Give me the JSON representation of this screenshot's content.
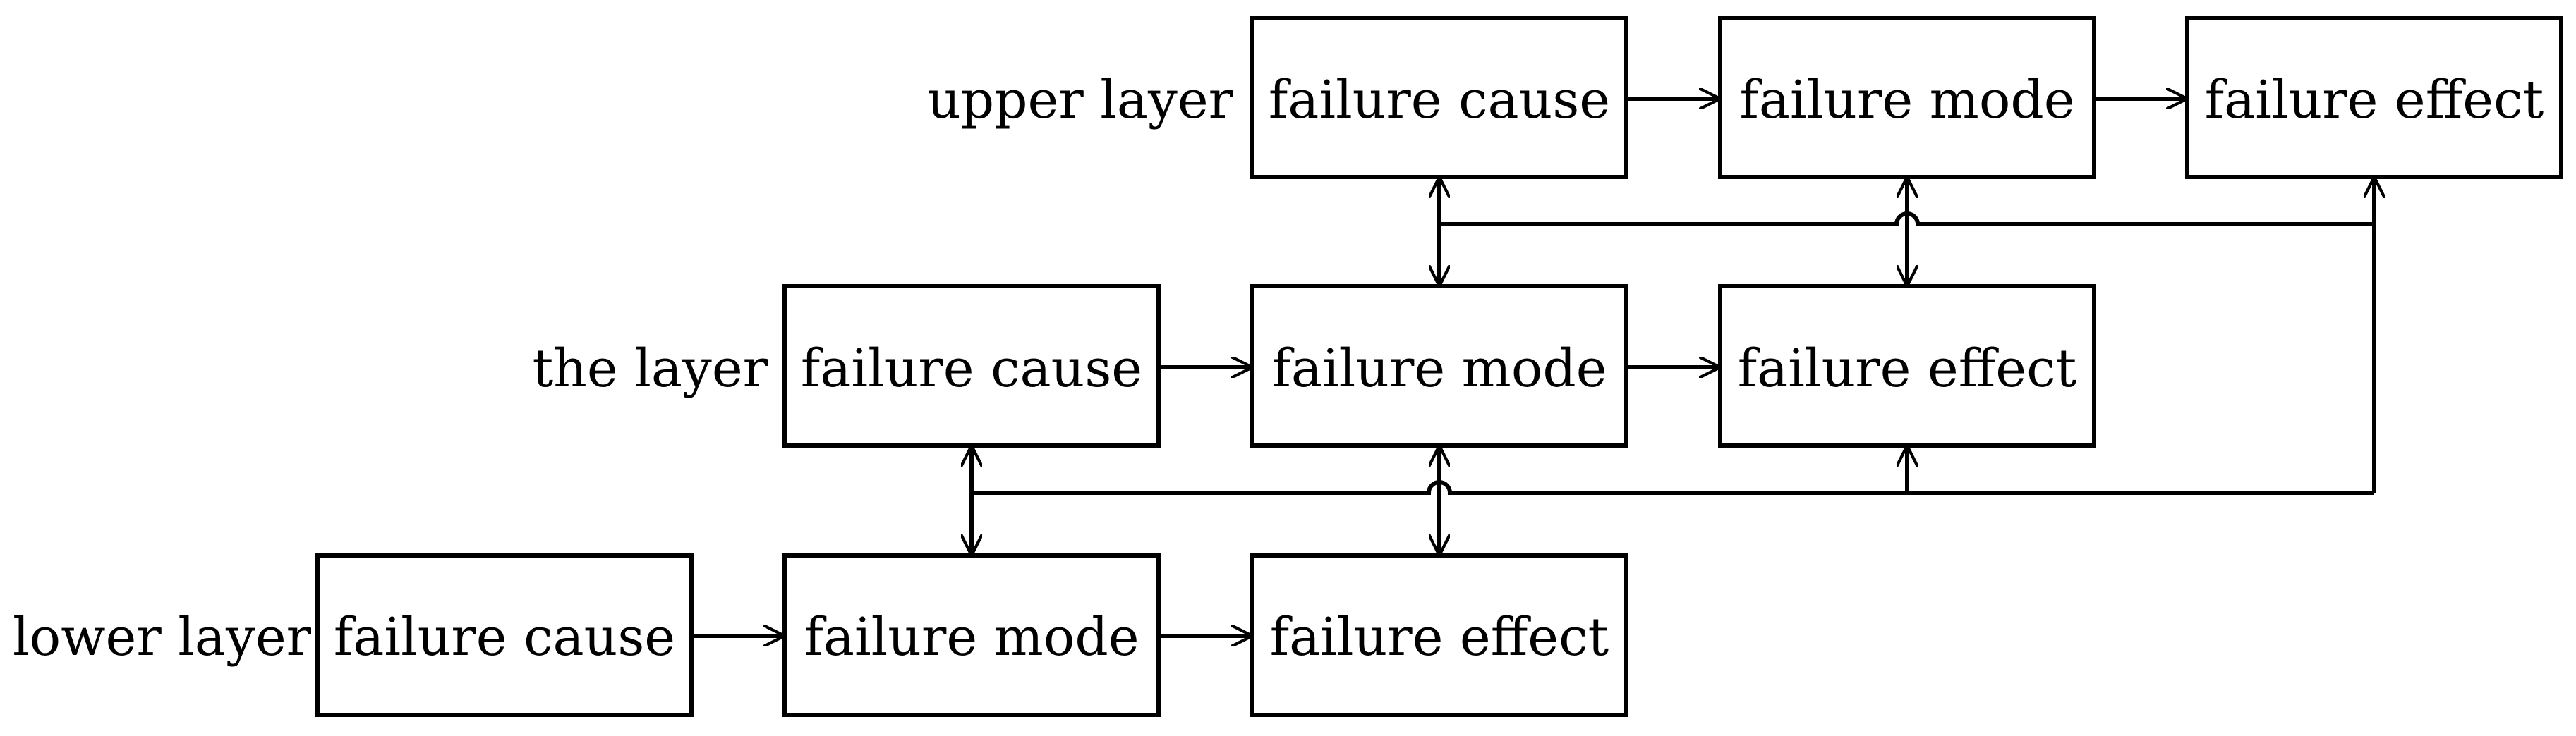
{
  "layers": {
    "upper": "upper layer",
    "middle": "the layer",
    "lower": "lower layer"
  },
  "nodes": {
    "upper_cause": "failure cause",
    "upper_mode": "failure mode",
    "upper_effect": "failure effect",
    "middle_cause": "failure cause",
    "middle_mode": "failure mode",
    "middle_effect": "failure effect",
    "lower_cause": "failure cause",
    "lower_mode": "failure mode",
    "lower_effect": "failure effect"
  },
  "colors": {
    "stroke": "#000000",
    "background": "#ffffff"
  }
}
